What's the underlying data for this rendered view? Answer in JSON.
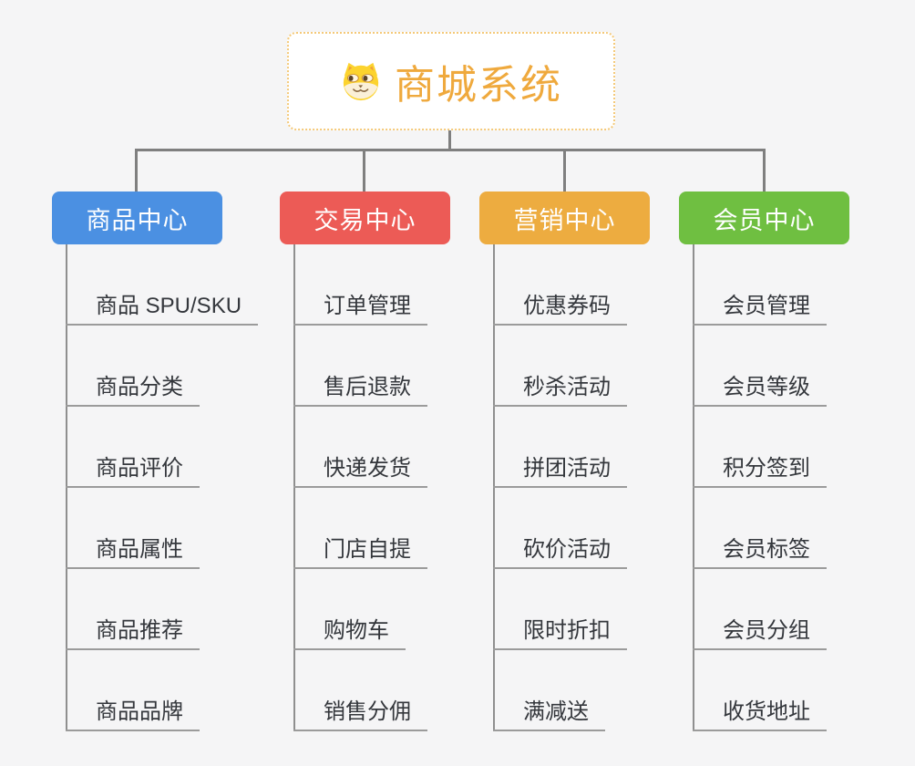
{
  "root": {
    "title": "商城系统",
    "icon": "dog-face-icon"
  },
  "branches": [
    {
      "label": "商品中心",
      "color": "#4b90e2",
      "items": [
        "商品 SPU/SKU",
        "商品分类",
        "商品评价",
        "商品属性",
        "商品推荐",
        "商品品牌"
      ]
    },
    {
      "label": "交易中心",
      "color": "#ec5b56",
      "items": [
        "订单管理",
        "售后退款",
        "快递发货",
        "门店自提",
        "购物车",
        "销售分佣"
      ]
    },
    {
      "label": "营销中心",
      "color": "#edac40",
      "items": [
        "优惠券码",
        "秒杀活动",
        "拼团活动",
        "砍价活动",
        "限时折扣",
        "满减送"
      ]
    },
    {
      "label": "会员中心",
      "color": "#6fbf41",
      "items": [
        "会员管理",
        "会员等级",
        "积分签到",
        "会员标签",
        "会员分组",
        "收货地址"
      ]
    }
  ],
  "colors": {
    "root_title": "#efa93d",
    "root_border": "#f4c979",
    "connector": "#7f7f7f",
    "leaf_line": "#9b9b9b",
    "leaf_text": "#34373c",
    "background": "#f5f5f6"
  }
}
